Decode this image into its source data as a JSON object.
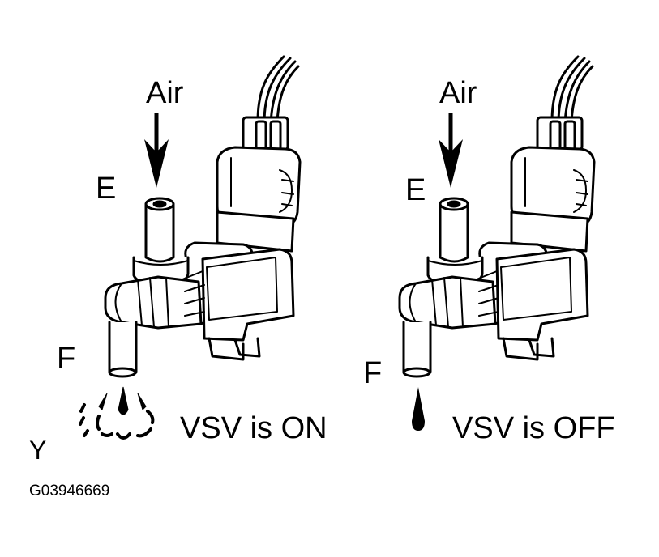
{
  "left_panel": {
    "air_label": "Air",
    "port_e_label": "E",
    "port_f_label": "F",
    "state_caption": "VSV is ON"
  },
  "right_panel": {
    "air_label": "Air",
    "port_e_label": "E",
    "port_f_label": "F",
    "state_caption": "VSV is OFF"
  },
  "corner_mark": "Y",
  "figure_code": "G03946669"
}
